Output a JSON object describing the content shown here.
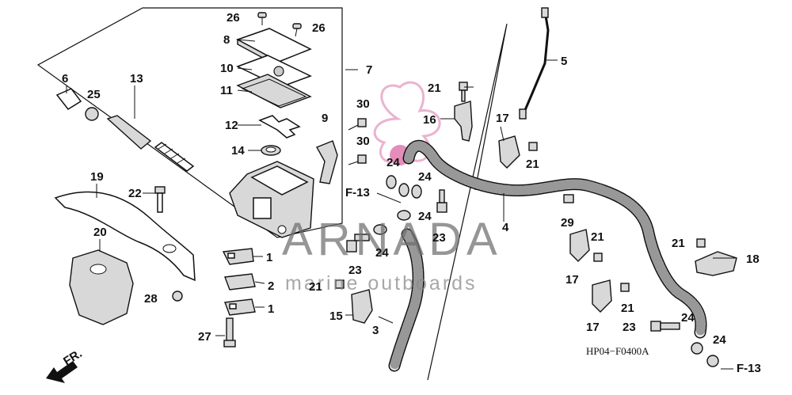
{
  "diagram": {
    "code": "HP04−F0400A",
    "watermark": {
      "brand": "ARNADA",
      "tagline": "marine outboards",
      "logo": "flower-logo",
      "color": "#e8a6c8"
    },
    "refs": {
      "f13_a": "F-13",
      "f13_b": "F-13",
      "fr": "FR."
    },
    "labels": {
      "l1a": "1",
      "l1b": "1",
      "l2": "2",
      "l3": "3",
      "l4": "4",
      "l5": "5",
      "l6": "6",
      "l7": "7",
      "l8": "8",
      "l9": "9",
      "l10": "10",
      "l11": "11",
      "l12": "12",
      "l13": "13",
      "l14": "14",
      "l15": "15",
      "l16": "16",
      "l17a": "17",
      "l17b": "17",
      "l17c": "17",
      "l18": "18",
      "l19": "19",
      "l20": "20",
      "l21a": "21",
      "l21b": "21",
      "l21c": "21",
      "l21d": "21",
      "l21e": "21",
      "l21f": "21",
      "l22": "22",
      "l23a": "23",
      "l23b": "23",
      "l23c": "23",
      "l24a": "24",
      "l24b": "24",
      "l24c": "24",
      "l24d": "24",
      "l24e": "24",
      "l24f": "24",
      "l25": "25",
      "l26a": "26",
      "l26b": "26",
      "l27": "27",
      "l28": "28",
      "l29": "29",
      "l30a": "30",
      "l30b": "30"
    }
  }
}
